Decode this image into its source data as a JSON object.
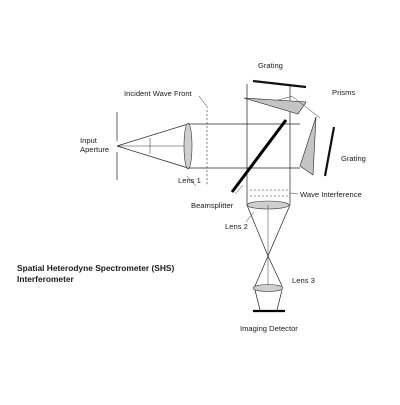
{
  "title": {
    "line1": "Spatial Heterodyne Spectrometer (SHS)",
    "line2": "Interferometer"
  },
  "labels": {
    "grating_top": "Grating",
    "grating_right": "Grating",
    "prisms": "Prisms",
    "incident_wave_front": "Incident Wave Front",
    "input_line1": "Input",
    "input_line2": "Aperture",
    "lens1": "Lens 1",
    "beamsplitter": "Beamsplitter",
    "wave_interference": "Wave Interference",
    "lens2": "Lens 2",
    "lens3": "Lens 3",
    "imaging_detector": "Imaging Detector"
  }
}
